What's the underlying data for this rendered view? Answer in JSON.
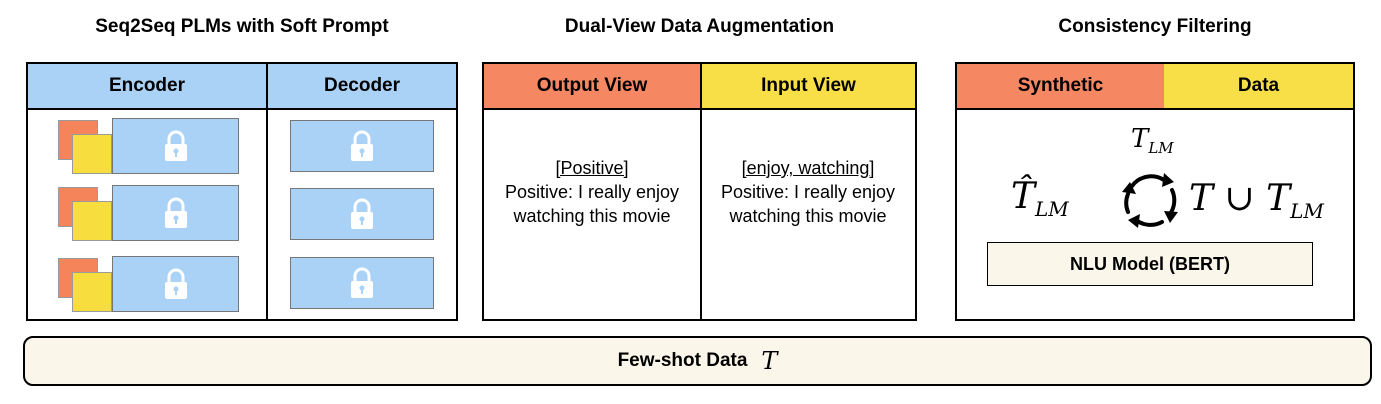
{
  "sections": {
    "plm_title": "Seq2Seq PLMs with Soft Prompt",
    "augment_title": "Dual-View Data Augmentation",
    "filter_title": "Consistency Filtering"
  },
  "plm_panel": {
    "encoder_label": "Encoder",
    "decoder_label": "Decoder"
  },
  "augment_panel": {
    "output_view_label": "Output View",
    "input_view_label": "Input View",
    "output_view": {
      "prompt": "[Positive]",
      "text": "Positive: I really enjoy watching this movie"
    },
    "input_view": {
      "prompt": "[enjoy, watching]",
      "text": "Positive: I really enjoy watching this movie"
    }
  },
  "filter_panel": {
    "synthetic_label": "Synthetic",
    "data_label": "Data",
    "top_math": "T",
    "top_math_sub": "LM",
    "left_math": "T̂",
    "left_math_sub": "LM",
    "right_math_a": "T",
    "right_math_union": "∪",
    "right_math_b": "T",
    "right_math_sub": "LM",
    "model_label": "NLU Model (BERT)"
  },
  "footer": {
    "label": "Few-shot Data",
    "symbol": "T"
  },
  "colors": {
    "blue": "#a9d2f6",
    "orange": "#f58762",
    "yellow": "#f8df47",
    "cream": "#fbf6ea"
  }
}
